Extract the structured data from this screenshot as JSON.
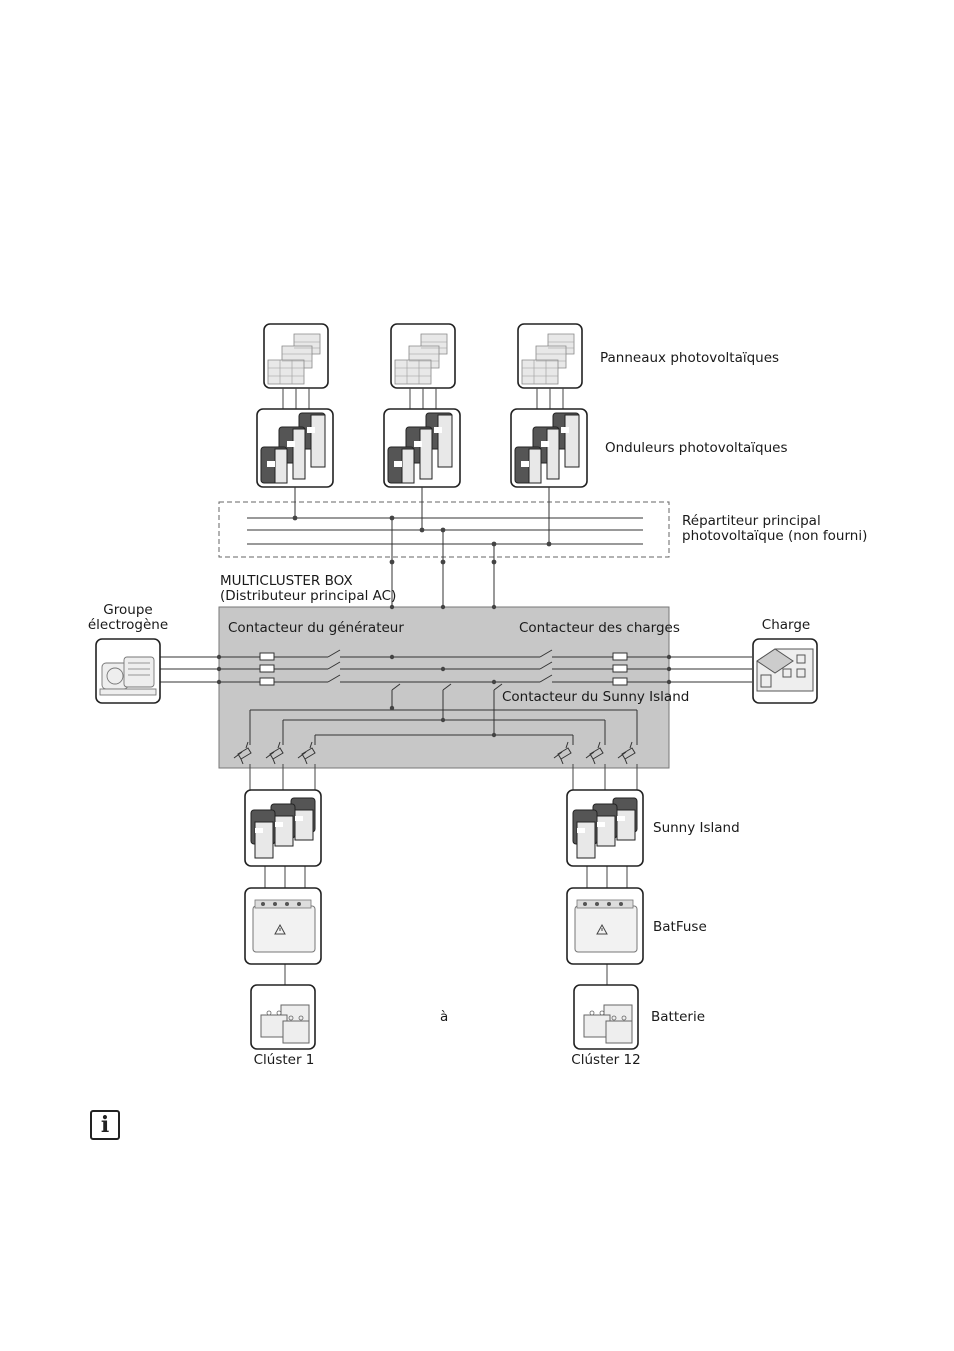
{
  "labels": {
    "pv_panels": "Panneaux photovoltaïques",
    "pv_inverters": "Onduleurs photovoltaïques",
    "pv_distributor_1": "Répartiteur principal",
    "pv_distributor_2": "photovoltaïque (non fourni)",
    "box_title_1": "MULTICLUSTER BOX",
    "box_title_2": "(Distributeur principal AC)",
    "generator_1": "Groupe",
    "generator_2": "électrogène",
    "load": "Charge",
    "gen_contactor": "Contacteur du générateur",
    "load_contactor": "Contacteur des charges",
    "si_contactor": "Contacteur du Sunny Island",
    "sunny_island": "Sunny Island",
    "batfuse": "BatFuse",
    "battery": "Batterie",
    "to": "à",
    "cluster_1": "Clúster 1",
    "cluster_12": "Clúster 12"
  },
  "icons": {
    "pv_panel": "solar-panel-icon",
    "inverter": "inverter-icon",
    "generator": "generator-icon",
    "house": "house-icon",
    "batfuse": "fuse-box-icon",
    "battery": "battery-icon",
    "info": "info-icon"
  },
  "info_glyph": "i"
}
